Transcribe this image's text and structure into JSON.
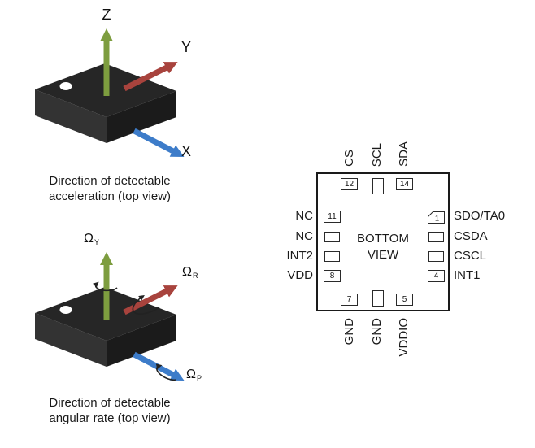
{
  "acceleration": {
    "axes": {
      "z": "Z",
      "y": "Y",
      "x": "X"
    },
    "caption_line1": "Direction of detectable",
    "caption_line2": "acceleration (top view)"
  },
  "angular_rate": {
    "yaw": {
      "symbol": "Ω",
      "sub": "Y"
    },
    "roll": {
      "symbol": "Ω",
      "sub": "R"
    },
    "pitch": {
      "symbol": "Ω",
      "sub": "P"
    },
    "caption_line1": "Direction of detectable",
    "caption_line2": "angular rate (top view)"
  },
  "pinout": {
    "center_line1": "BOTTOM",
    "center_line2": "VIEW",
    "top_pins": [
      {
        "num": "12",
        "label": "CS"
      },
      {
        "num": "",
        "label": "SCL"
      },
      {
        "num": "14",
        "label": "SDA"
      }
    ],
    "bottom_pins": [
      {
        "num": "7",
        "label": "GND"
      },
      {
        "num": "",
        "label": "GND"
      },
      {
        "num": "5",
        "label": "VDDIO"
      }
    ],
    "left_pins": [
      {
        "num": "11",
        "label": "NC"
      },
      {
        "num": "",
        "label": "NC"
      },
      {
        "num": "",
        "label": "INT2"
      },
      {
        "num": "8",
        "label": "VDD"
      }
    ],
    "right_pins": [
      {
        "num": "1",
        "label": "SDO/TA0"
      },
      {
        "num": "",
        "label": "CSDA"
      },
      {
        "num": "",
        "label": "CSCL"
      },
      {
        "num": "4",
        "label": "INT1"
      }
    ]
  },
  "colors": {
    "axis_green": "#7d9d3f",
    "axis_red": "#a8433d",
    "axis_blue": "#3d7cc9",
    "chip_body": "#262626"
  }
}
